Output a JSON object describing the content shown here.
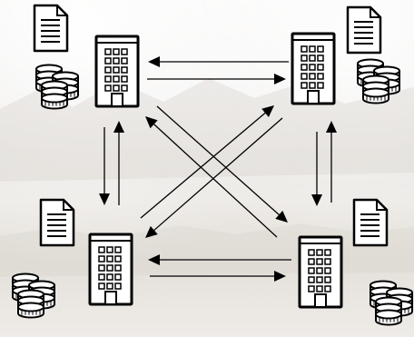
{
  "diagram": {
    "type": "network",
    "nodes": [
      {
        "id": "company-top-left",
        "icon": "office-building-icon",
        "attachments": [
          "document-icon",
          "coin-stack-icon"
        ]
      },
      {
        "id": "company-top-right",
        "icon": "office-building-icon",
        "attachments": [
          "document-icon",
          "coin-stack-icon"
        ]
      },
      {
        "id": "company-bottom-left",
        "icon": "office-building-icon",
        "attachments": [
          "document-icon",
          "coin-stack-icon"
        ]
      },
      {
        "id": "company-bottom-right",
        "icon": "office-building-icon",
        "attachments": [
          "document-icon",
          "coin-stack-icon"
        ]
      }
    ],
    "edges": [
      {
        "from": "company-top-right",
        "to": "company-top-left"
      },
      {
        "from": "company-top-left",
        "to": "company-top-right"
      },
      {
        "from": "company-bottom-right",
        "to": "company-bottom-left"
      },
      {
        "from": "company-bottom-left",
        "to": "company-bottom-right"
      },
      {
        "from": "company-top-left",
        "to": "company-bottom-left"
      },
      {
        "from": "company-bottom-left",
        "to": "company-top-left"
      },
      {
        "from": "company-top-right",
        "to": "company-bottom-right"
      },
      {
        "from": "company-bottom-right",
        "to": "company-top-right"
      },
      {
        "from": "company-top-left",
        "to": "company-bottom-right"
      },
      {
        "from": "company-bottom-right",
        "to": "company-top-left"
      },
      {
        "from": "company-top-right",
        "to": "company-bottom-left"
      },
      {
        "from": "company-bottom-left",
        "to": "company-top-right"
      }
    ],
    "colors": {
      "ink": "#000000",
      "fill": "#ffffff"
    }
  }
}
